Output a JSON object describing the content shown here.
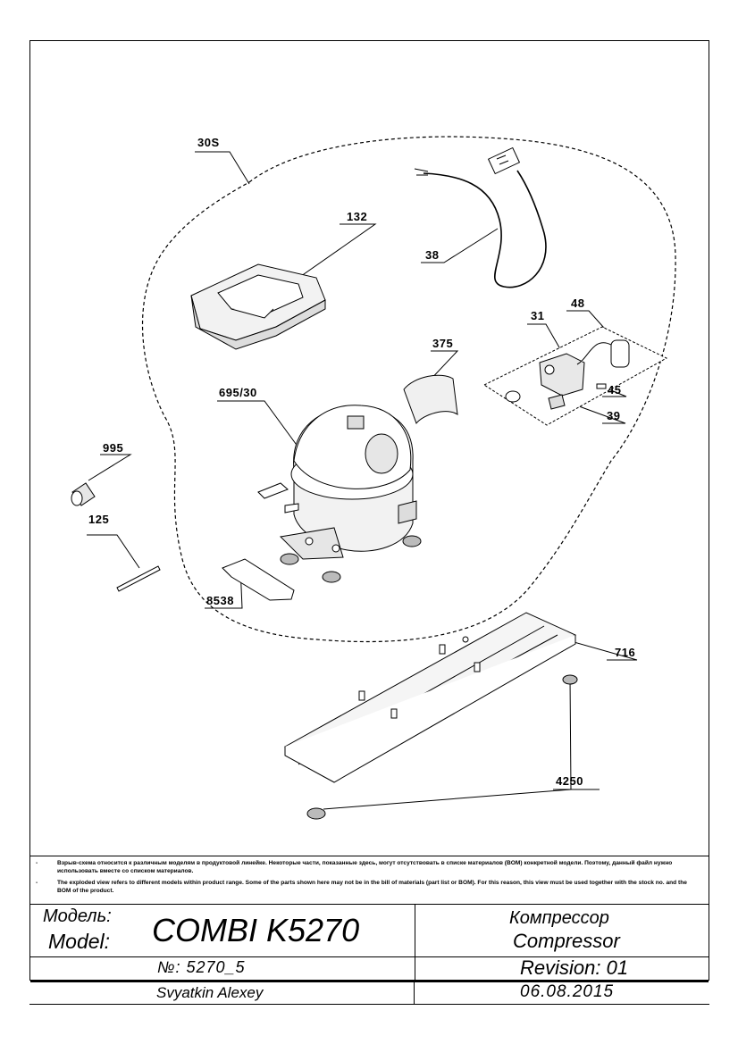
{
  "callouts": {
    "c30s": "30S",
    "c132": "132",
    "c38": "38",
    "c31": "31",
    "c48": "48",
    "c375": "375",
    "c45": "45",
    "c39": "39",
    "c695": "695/30",
    "c995": "995",
    "c125": "125",
    "c8538": "8538",
    "c716": "716",
    "c4250": "4250"
  },
  "notes": {
    "dash": "-",
    "ru": "Взрыв-схема относится к различным моделям в продуктовой линейке.  Некоторые части, показанные здесь, могут отсутствовать в списке материалов (BOM) конкретной модели. Поэтому, данный файл нужно использовать вместе со списком материалов.",
    "en": "The exploded view refers to different models within product range. Some of the parts shown here may not be in the bill of materials (part list or BOM). For this reason, this view must be used together with the stock no. and the BOM of the product."
  },
  "title_block": {
    "model_label_ru": "Модель:",
    "model_label_en": "Model:",
    "model_name": "COMBI K5270",
    "part_ru": "Компрессор",
    "part_en": "Compressor",
    "number": "№: 5270_5",
    "revision": "Revision: 01",
    "author": "Svyatkin Alexey",
    "date": "06.08.2015"
  }
}
